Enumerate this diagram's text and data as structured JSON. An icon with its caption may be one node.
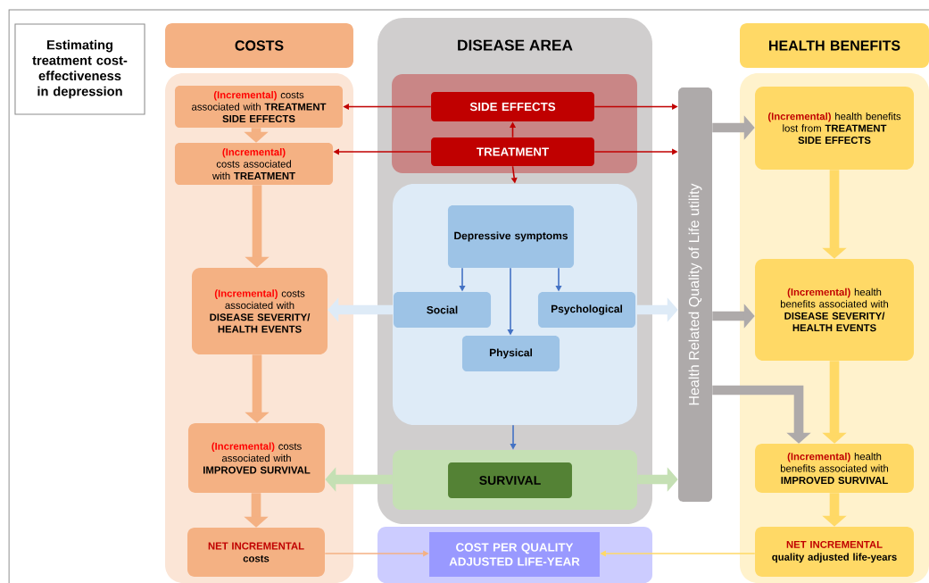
{
  "diagram": {
    "nodes": [
      {
        "text": [
          "Estimating treatment cost-effectiveness in depression"
        ]
      },
      {
        "text": [
          "COSTS"
        ]
      },
      {
        "text": [],
        "shape": "box"
      },
      {
        "text": [
          "(Incremental)",
          "costs associated with **TREATMENT SIDE EFFECTS**"
        ],
        "in": 2
      },
      {
        "text": [
          "(Incremental)",
          "costs associated with **TREATMENT**"
        ],
        "in": 2
      },
      {
        "text": [
          "(Incremental)",
          "costs associated with **DISEASE SEVERITY/ HEALTH EVENTS**"
        ],
        "in": 2
      },
      {
        "text": [
          "(Incremental)",
          "costs associated with **IMPROVED SURVIVAL**"
        ],
        "in": 2
      },
      {
        "text": [
          "NET INCREMENTAL",
          "costs"
        ],
        "in": 2
      },
      {
        "text": [
          "DISEASE AREA"
        ]
      },
      {
        "text": [],
        "shape": "box",
        "in": 8
      },
      {
        "text": [
          "SIDE EFFECTS"
        ],
        "in": 9
      },
      {
        "text": [
          "TREATMENT"
        ],
        "in": 9
      },
      {
        "text": [],
        "shape": "box",
        "in": 8
      },
      {
        "text": [
          "Depressive symptoms"
        ],
        "in": 12
      },
      {
        "text": [
          "Social"
        ],
        "in": 12
      },
      {
        "text": [
          "Psychological"
        ],
        "in": 12
      },
      {
        "text": [
          "Physical"
        ],
        "in": 12
      },
      {
        "text": [],
        "shape": "box",
        "in": 8
      },
      {
        "text": [
          "SURVIVAL"
        ],
        "in": 17
      },
      {
        "text": [],
        "shape": "box"
      },
      {
        "text": [
          "COST PER QUALITY ADJUSTED LIFE-YEAR"
        ],
        "in": 19
      },
      {
        "text": [
          "Health Related Quality of Life utility"
        ]
      },
      {
        "text": [
          "HEALTH BENEFITS"
        ]
      },
      {
        "text": [],
        "shape": "box"
      },
      {
        "text": [
          "(Incremental)",
          "health benefits lost from **TREATMENT SIDE EFFECTS**"
        ],
        "in": 23
      },
      {
        "text": [
          "(Incremental)",
          "health benefits associated with **DISEASE SEVERITY/ HEALTH EVENTS**"
        ],
        "in": 23
      },
      {
        "text": [
          "(Incremental)",
          "health benefits associated with **IMPROVED SURVIVAL**"
        ],
        "in": 23
      },
      {
        "text": [
          "NET INCREMENTAL",
          "quality adjusted life-years"
        ],
        "in": 23
      }
    ],
    "edges": [
      {
        "from": 10,
        "to": 3,
        "arrow": "to",
        "color": "#c00000"
      },
      {
        "from": 10,
        "to": 21,
        "arrow": "to",
        "color": "#c00000"
      },
      {
        "from": 11,
        "to": 4,
        "arrow": "to",
        "color": "#c00000"
      },
      {
        "from": 11,
        "to": 21,
        "arrow": "to",
        "color": "#c00000"
      },
      {
        "from": 11,
        "to": 10,
        "arrow": "to",
        "color": "#c00000"
      },
      {
        "from": 11,
        "to": 12,
        "arrow": "to",
        "color": "#c00000"
      },
      {
        "from": 3,
        "to": 4,
        "arrow": "to",
        "color": "#f4b183"
      },
      {
        "from": 4,
        "to": 5,
        "arrow": "to",
        "color": "#f4b183"
      },
      {
        "from": 5,
        "to": 6,
        "arrow": "to",
        "color": "#f4b183"
      },
      {
        "from": 6,
        "to": 7,
        "arrow": "to",
        "color": "#f4b183"
      },
      {
        "from": 14,
        "to": 5,
        "arrow": "to",
        "color": "#deebf7"
      },
      {
        "from": 15,
        "to": 21,
        "arrow": "to",
        "color": "#deebf7"
      },
      {
        "from": 13,
        "to": 14,
        "arrow": "to",
        "color": "#4472c4"
      },
      {
        "from": 13,
        "to": 15,
        "arrow": "to",
        "color": "#4472c4"
      },
      {
        "from": 13,
        "to": 16,
        "arrow": "to",
        "color": "#4472c4"
      },
      {
        "from": 12,
        "to": 17,
        "arrow": "to",
        "color": "#4472c4"
      },
      {
        "from": 17,
        "to": 6,
        "arrow": "to",
        "color": "#c5e0b4"
      },
      {
        "from": 17,
        "to": 21,
        "arrow": "to",
        "color": "#c5e0b4"
      },
      {
        "from": 7,
        "to": 20,
        "arrow": "to",
        "color": "#f4b183"
      },
      {
        "from": 27,
        "to": 20,
        "arrow": "to",
        "color": "#ffd966"
      },
      {
        "from": 21,
        "to": 24,
        "arrow": "to",
        "color": "#aeaaaa"
      },
      {
        "from": 21,
        "to": 25,
        "arrow": "to",
        "color": "#aeaaaa"
      },
      {
        "from": 21,
        "to": 26,
        "arrow": "to",
        "color": "#aeaaaa"
      },
      {
        "from": 24,
        "to": 25,
        "arrow": "to",
        "color": "#ffd966"
      },
      {
        "from": 25,
        "to": 26,
        "arrow": "to",
        "color": "#ffd966"
      },
      {
        "from": 26,
        "to": 27,
        "arrow": "to",
        "color": "#ffd966"
      }
    ]
  }
}
